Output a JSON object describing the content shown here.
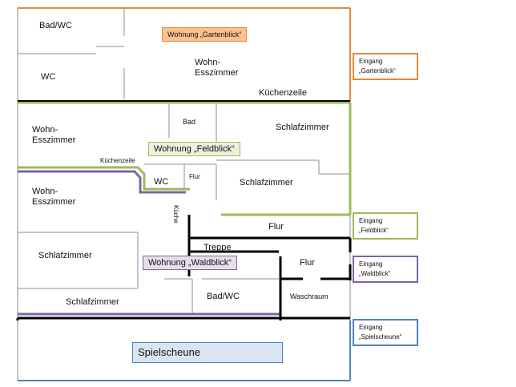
{
  "rooms": {
    "gb_badwc": "Bad/WC",
    "gb_wc": "WC",
    "gb_wohn": "Wohn-\nEsszimmer",
    "gb_kueche": "Küchenzeile",
    "fb_wohn": "Wohn-\nEsszimmer",
    "fb_bad": "Bad",
    "fb_schlaf1": "Schlafzimmer",
    "fb_kueche": "Küchenzeile",
    "fb_wc": "WC",
    "fb_flur": "Flur",
    "fb_schlaf2": "Schlafzimmer",
    "fb_flur_main": "Flur",
    "wb_wohn": "Wohn-\nEsszimmer",
    "wb_kueche": "Küche",
    "wb_treppe": "Treppe",
    "wb_schlaf1": "Schlafzimmer",
    "wb_flur": "Flur",
    "wb_schlaf2": "Schlafzimmer",
    "wb_badwc": "Bad/WC",
    "wb_waschraum": "Waschraum"
  },
  "apartments": {
    "gartenblick": "Wohnung „Gartenblick“",
    "feldblick": "Wohnung „Feldblick“",
    "waldblick": "Wohnung „Waldblick“",
    "spielscheune": "Spielscheune"
  },
  "entrances": {
    "gartenblick": "Eingang\n„Gartenblick“",
    "feldblick": "Eingang\n„Feldblick“",
    "waldblick": "Eingang\n„Waldblick“",
    "spielscheune": "Eingang\n„Spielscheune“"
  },
  "colors": {
    "gartenblick": "#e8893a",
    "feldblick": "#9bbb59",
    "waldblick": "#8064a2",
    "spielscheune": "#4f81bd",
    "wall": "#000000",
    "thin": "#7f7f7f"
  }
}
